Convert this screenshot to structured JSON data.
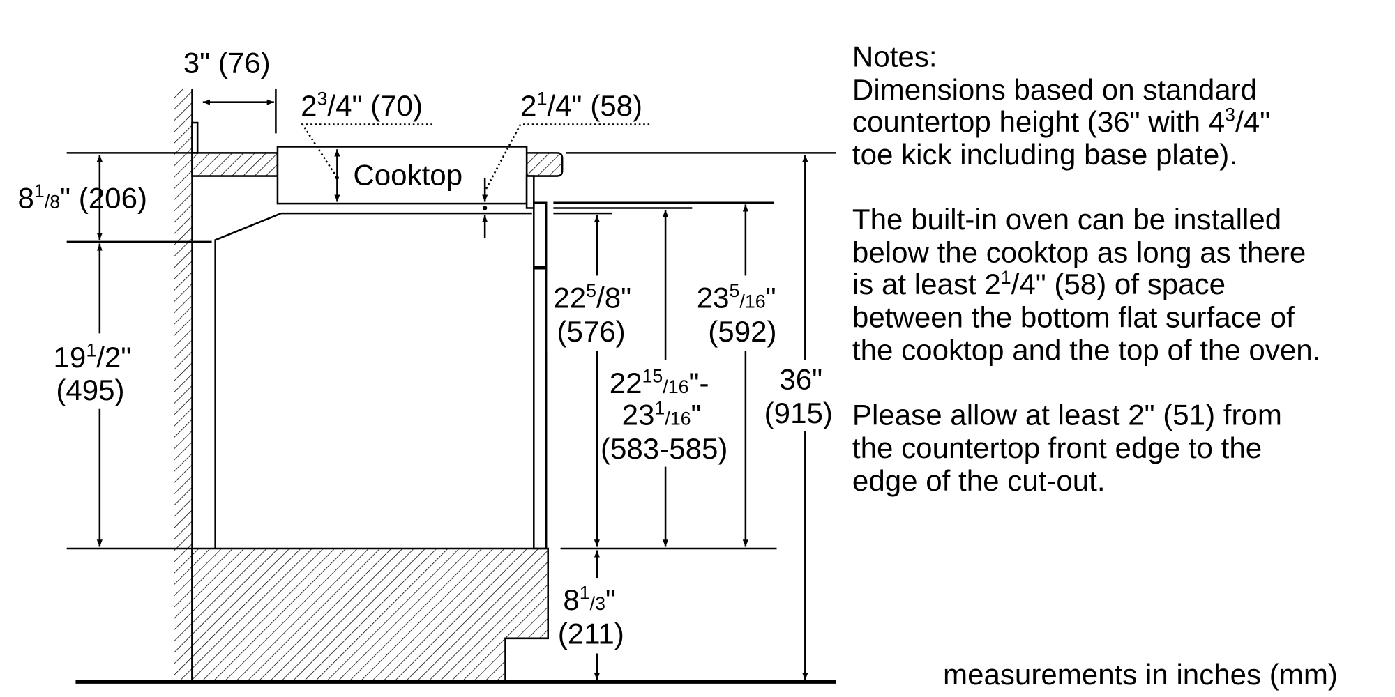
{
  "labels": {
    "backsplash": {
      "text": "3\" (76)"
    },
    "cooktop_height": {
      "whole": "2",
      "num": "3",
      "den": "/4",
      "rest": "\" (70)"
    },
    "gap": {
      "whole": "2",
      "num": "1",
      "den": "/4",
      "rest": "\" (58)"
    },
    "cooktop": "Cooktop",
    "counter_depth": {
      "whole": "8",
      "num": "1",
      "den": "/8",
      "rest": "\" (206)"
    },
    "oven_left": {
      "whole": "19",
      "num": "1",
      "den": "/2",
      "rest": "\"",
      "mm": "(495)"
    },
    "oven_a": {
      "whole": "22",
      "num": "5",
      "den": "/8",
      "rest": "\"",
      "mm": "(576)"
    },
    "oven_b": {
      "whole": "22",
      "num": "15",
      "den": "/16",
      "rest": "\"-",
      "whole2": "23",
      "num2": "1",
      "den2": "/16",
      "rest2": "\"",
      "mm": "(583-585)"
    },
    "oven_c": {
      "whole": "23",
      "num": "5",
      "den": "/16",
      "rest": "\"",
      "mm": "(592)"
    },
    "total": {
      "in": "36\"",
      "mm": "(915)"
    },
    "base": {
      "whole": "8",
      "num": "1",
      "den": "/3",
      "rest": "\"",
      "mm": "(211)"
    }
  },
  "notes": {
    "title": "Notes:",
    "p1": [
      "Dimensions based on standard",
      "countertop height (36\" with 4",
      "3",
      "/4\"",
      "toe kick including base plate)."
    ],
    "p2": [
      "The built-in oven can be installed",
      "below the cooktop as long as there",
      "is at least 2",
      "1",
      "/4\" (58) of space",
      "between the bottom flat surface of",
      "the cooktop and the top of the oven."
    ],
    "p3": [
      "Please allow at least 2\" (51) from",
      "the countertop front edge to the",
      "edge of the cut-out."
    ]
  },
  "units": "measurements in inches (mm)"
}
